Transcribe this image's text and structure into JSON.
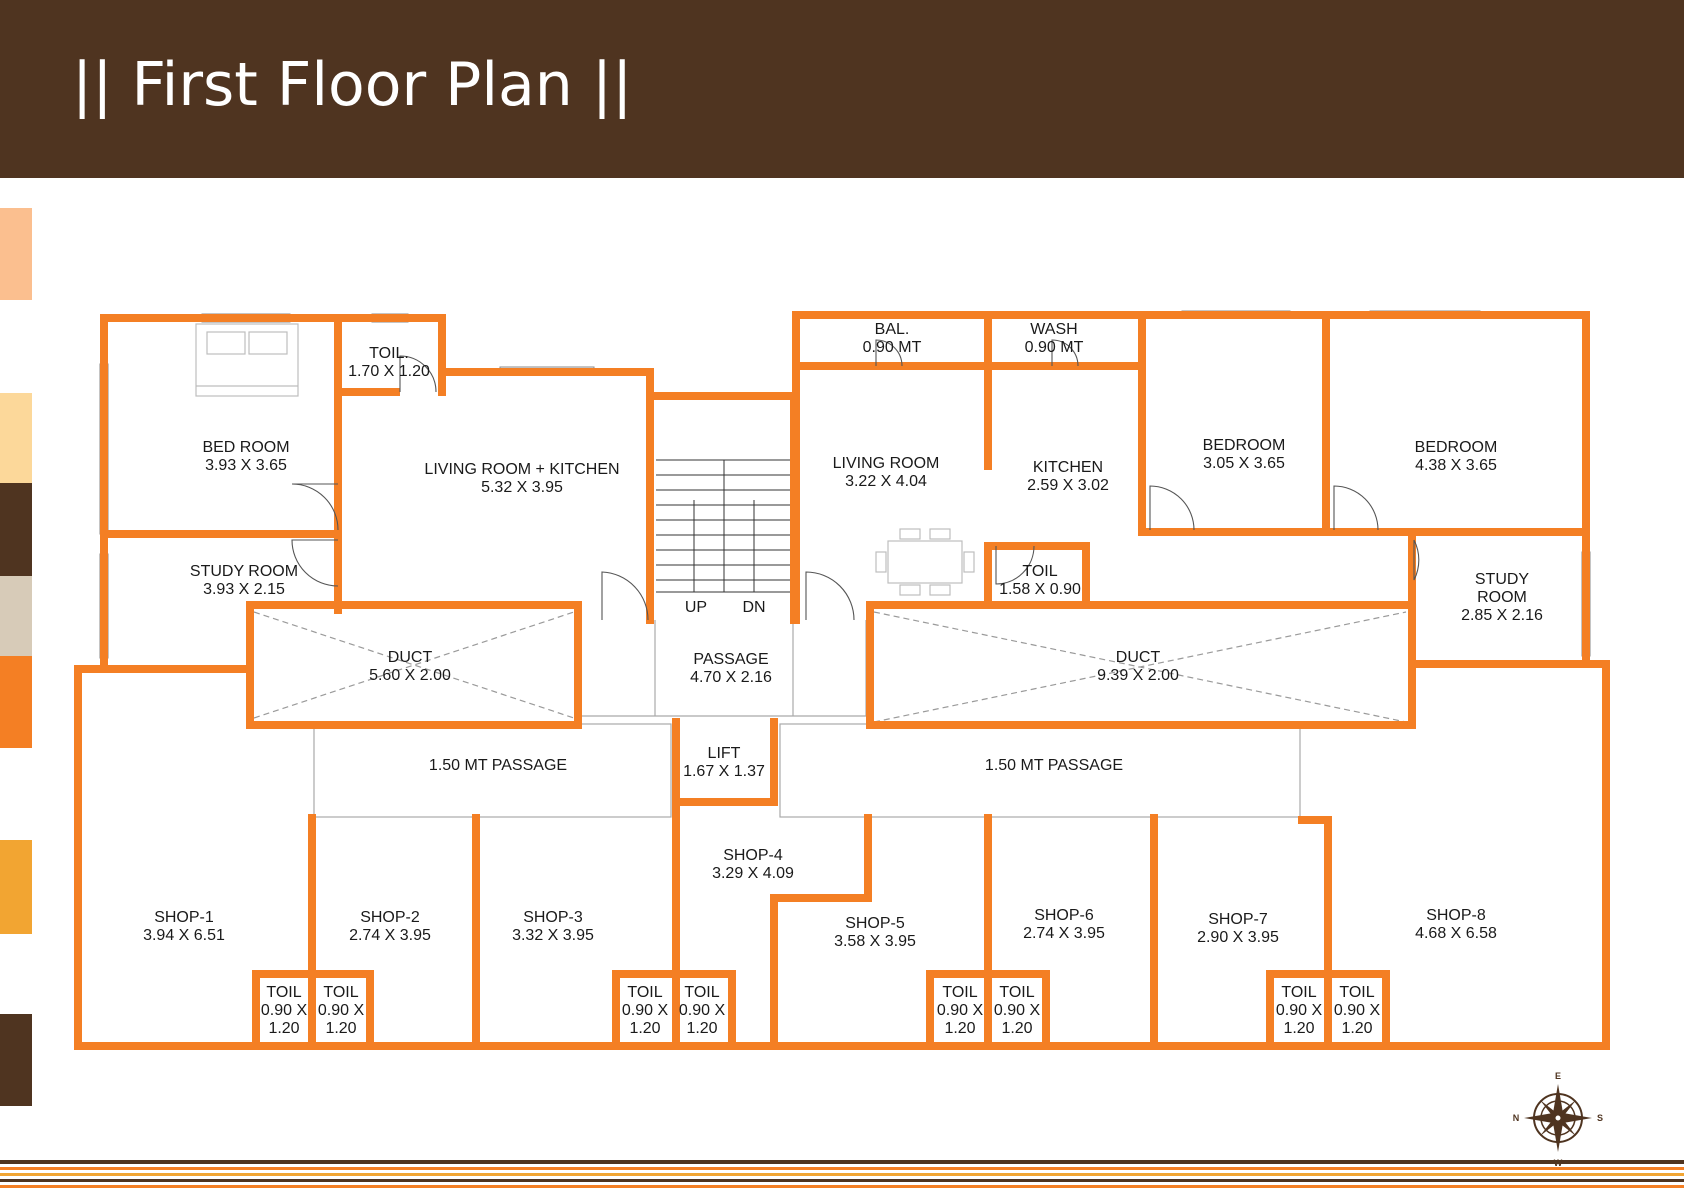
{
  "title": "|| First Floor Plan ||",
  "colors": {
    "header": "#4f3420",
    "wall": "#f47f24",
    "swatches": [
      "#fbbf8f",
      "#fcd89a",
      "#4f3420",
      "#d7cbb8",
      "#f47f24",
      "#f2a532",
      "#4f3420"
    ]
  },
  "rooms": {
    "bed_room_1": {
      "name": "BED ROOM",
      "size": "3.93 X 3.65"
    },
    "toil_top": {
      "name": "TOIL.",
      "size": "1.70 X 1.20"
    },
    "living_kitchen": {
      "name": "LIVING ROOM + KITCHEN",
      "size": "5.32 X 3.95"
    },
    "study_room_1": {
      "name": "STUDY ROOM",
      "size": "3.93 X 2.15"
    },
    "duct_1": {
      "name": "DUCT",
      "size": "5.60 X 2.00"
    },
    "stair_up": "UP",
    "stair_dn": "DN",
    "passage": {
      "name": "PASSAGE",
      "size": "4.70 X 2.16"
    },
    "lift": {
      "name": "LIFT",
      "size": "1.67 X 1.37"
    },
    "bal": {
      "name": "BAL.",
      "size": "0.90 MT"
    },
    "wash": {
      "name": "WASH",
      "size": "0.90 MT"
    },
    "living_room": {
      "name": "LIVING ROOM",
      "size": "3.22 X 4.04"
    },
    "kitchen": {
      "name": "KITCHEN",
      "size": "2.59 X 3.02"
    },
    "bedroom_2": {
      "name": "BEDROOM",
      "size": "3.05 X 3.65"
    },
    "bedroom_3": {
      "name": "BEDROOM",
      "size": "4.38 X 3.65"
    },
    "toil_mid": {
      "name": "TOIL",
      "size": "1.58 X 0.90"
    },
    "study_room_2": {
      "name1": "STUDY",
      "name2": "ROOM",
      "size": "2.85 X 2.16"
    },
    "duct_2": {
      "name": "DUCT",
      "size": "9.39 X 2.00"
    },
    "passage_left": "1.50 MT PASSAGE",
    "passage_right": "1.50 MT PASSAGE"
  },
  "shops": [
    {
      "name": "SHOP-1",
      "size": "3.94 X 6.51"
    },
    {
      "name": "SHOP-2",
      "size": "2.74 X 3.95"
    },
    {
      "name": "SHOP-3",
      "size": "3.32 X 3.95"
    },
    {
      "name": "SHOP-4",
      "size": "3.29 X 4.09"
    },
    {
      "name": "SHOP-5",
      "size": "3.58 X 3.95"
    },
    {
      "name": "SHOP-6",
      "size": "2.74 X 3.95"
    },
    {
      "name": "SHOP-7",
      "size": "2.90 X 3.95"
    },
    {
      "name": "SHOP-8",
      "size": "4.68 X 6.58"
    }
  ],
  "shop_toilet": {
    "name": "TOIL",
    "line2": "0.90 X",
    "line3": "1.20"
  },
  "compass": {
    "n": "N",
    "e": "E",
    "s": "S",
    "w": "W"
  }
}
